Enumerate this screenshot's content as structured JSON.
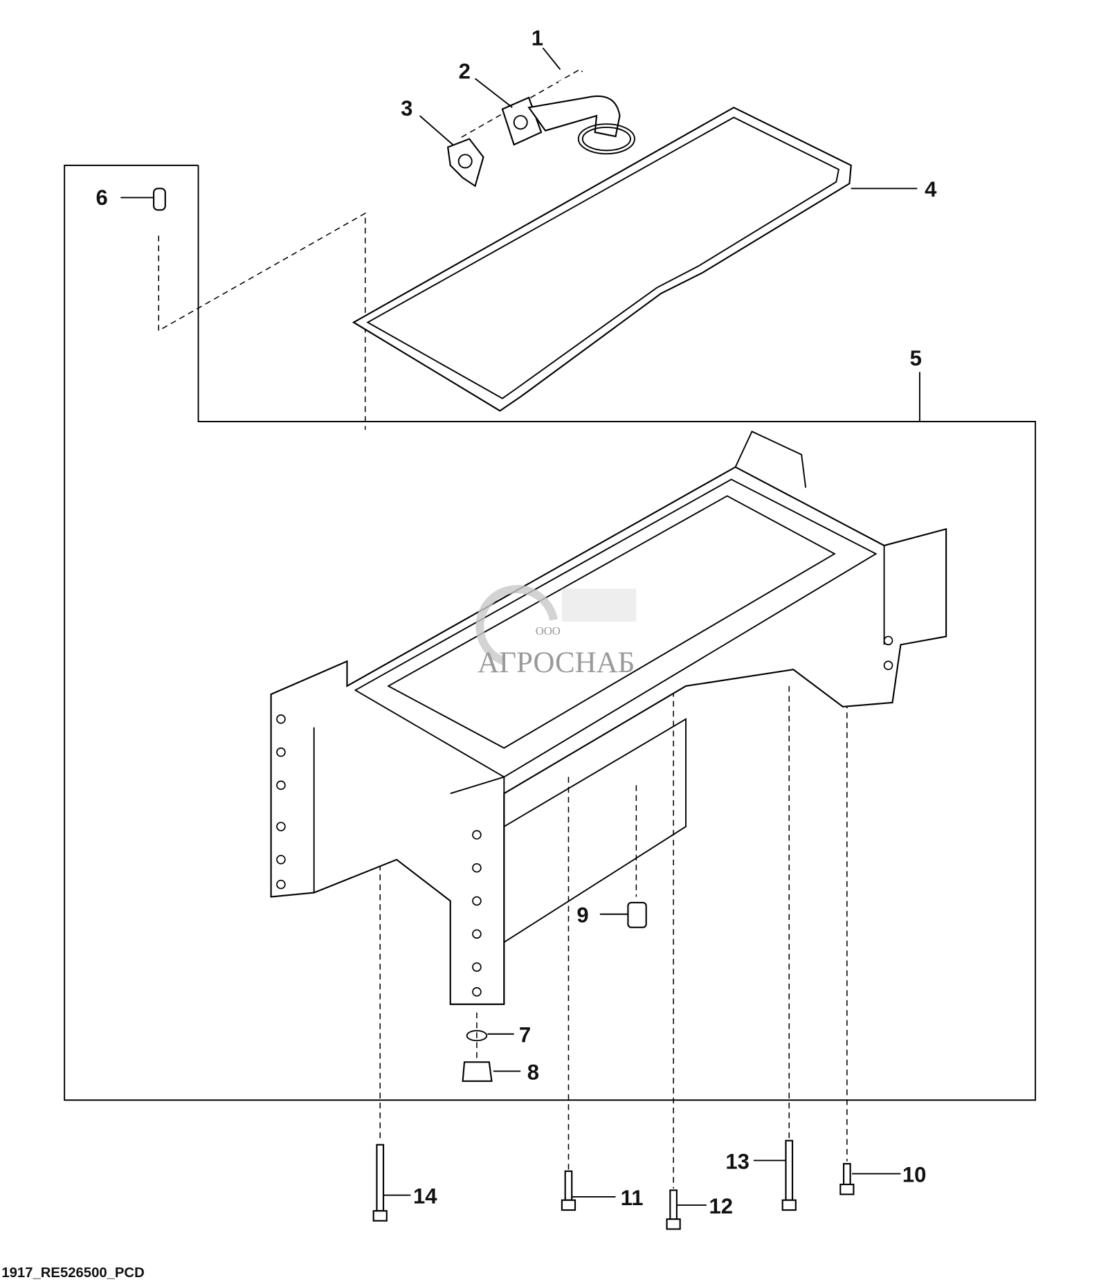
{
  "diagram": {
    "callouts": [
      "1",
      "2",
      "3",
      "4",
      "5",
      "6",
      "7",
      "8",
      "9",
      "10",
      "11",
      "12",
      "13",
      "14"
    ],
    "footer_code": "1917_RE526500_PCD",
    "watermark": {
      "prefix": "ООО",
      "name": "АГРОСНАБ"
    }
  }
}
